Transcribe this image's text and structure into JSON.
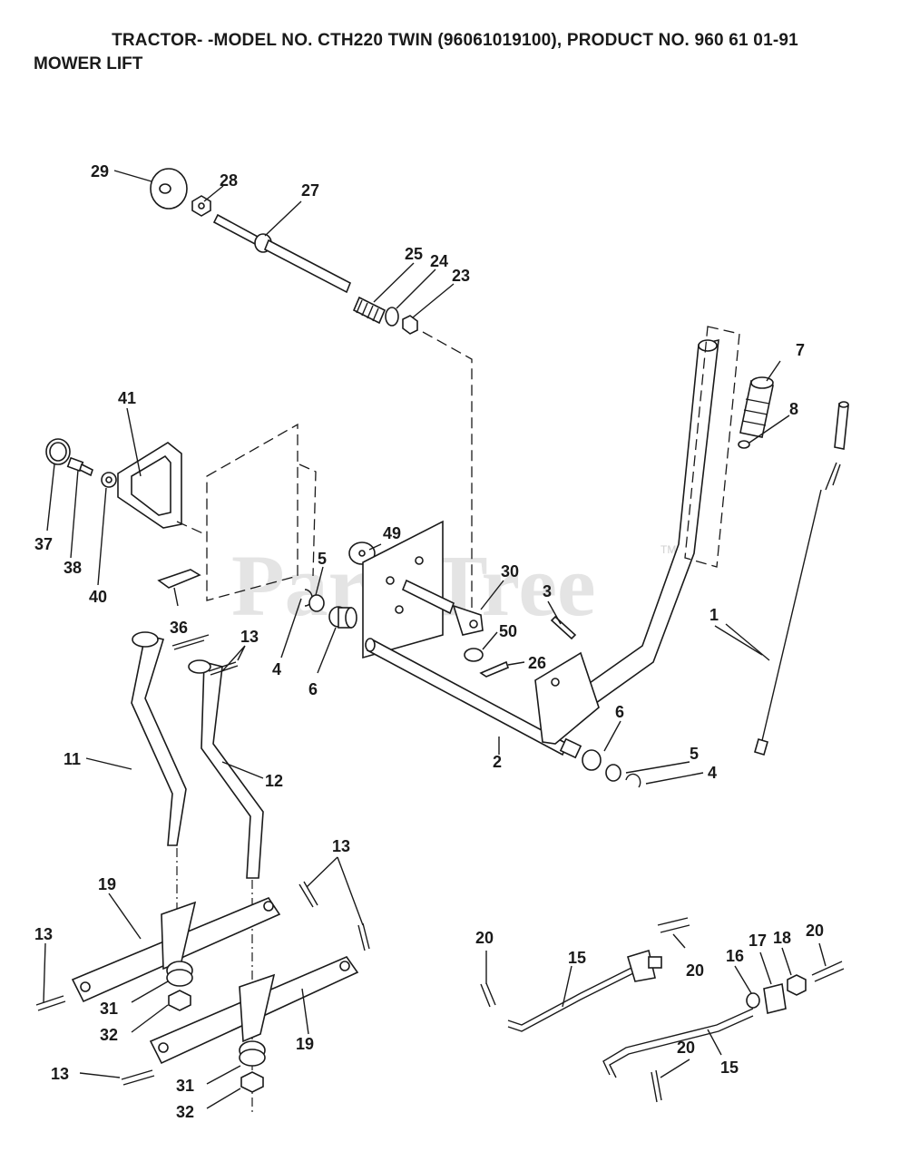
{
  "header": {
    "title": "TRACTOR- -MODEL NO. CTH220 TWIN (96061019100), PRODUCT NO. 960 61 01-91",
    "subtitle": "MOWER LIFT"
  },
  "watermark": {
    "text": "PartsTree",
    "tm": "TM"
  },
  "callouts": {
    "c1": "1",
    "c2": "2",
    "c3": "3",
    "c4a": "4",
    "c4b": "4",
    "c5a": "5",
    "c5b": "5",
    "c6a": "6",
    "c6b": "6",
    "c7": "7",
    "c8": "8",
    "c11": "11",
    "c12": "12",
    "c13a": "13",
    "c13b": "13",
    "c13c": "13",
    "c13d": "13",
    "c15a": "15",
    "c15b": "15",
    "c16": "16",
    "c17": "17",
    "c18": "18",
    "c19a": "19",
    "c19b": "19",
    "c20a": "20",
    "c20b": "20",
    "c20c": "20",
    "c20d": "20",
    "c23": "23",
    "c24": "24",
    "c25": "25",
    "c26": "26",
    "c27": "27",
    "c28": "28",
    "c29": "29",
    "c30": "30",
    "c31a": "31",
    "c31b": "31",
    "c32a": "32",
    "c32b": "32",
    "c36": "36",
    "c37": "37",
    "c38": "38",
    "c40": "40",
    "c41": "41",
    "c49": "49",
    "c50": "50"
  }
}
